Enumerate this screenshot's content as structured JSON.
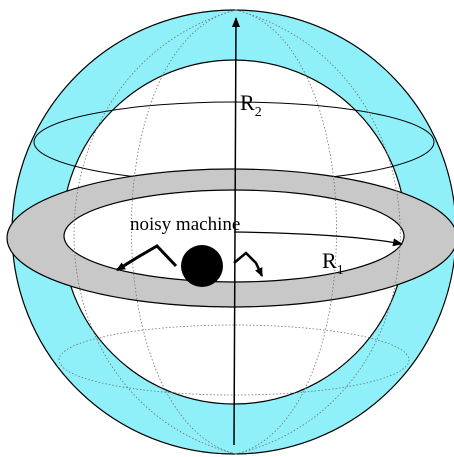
{
  "labels": {
    "machine": "noisy machine",
    "r1_base": "R",
    "r1_sub": "1",
    "r2_base": "R",
    "r2_sub": "2"
  },
  "colors": {
    "outer_shell": "#8ff0fa",
    "inner_ring": "#c8c8c8",
    "outline": "#000000",
    "meridian": "#6f6f6f",
    "background": "#ffffff"
  }
}
